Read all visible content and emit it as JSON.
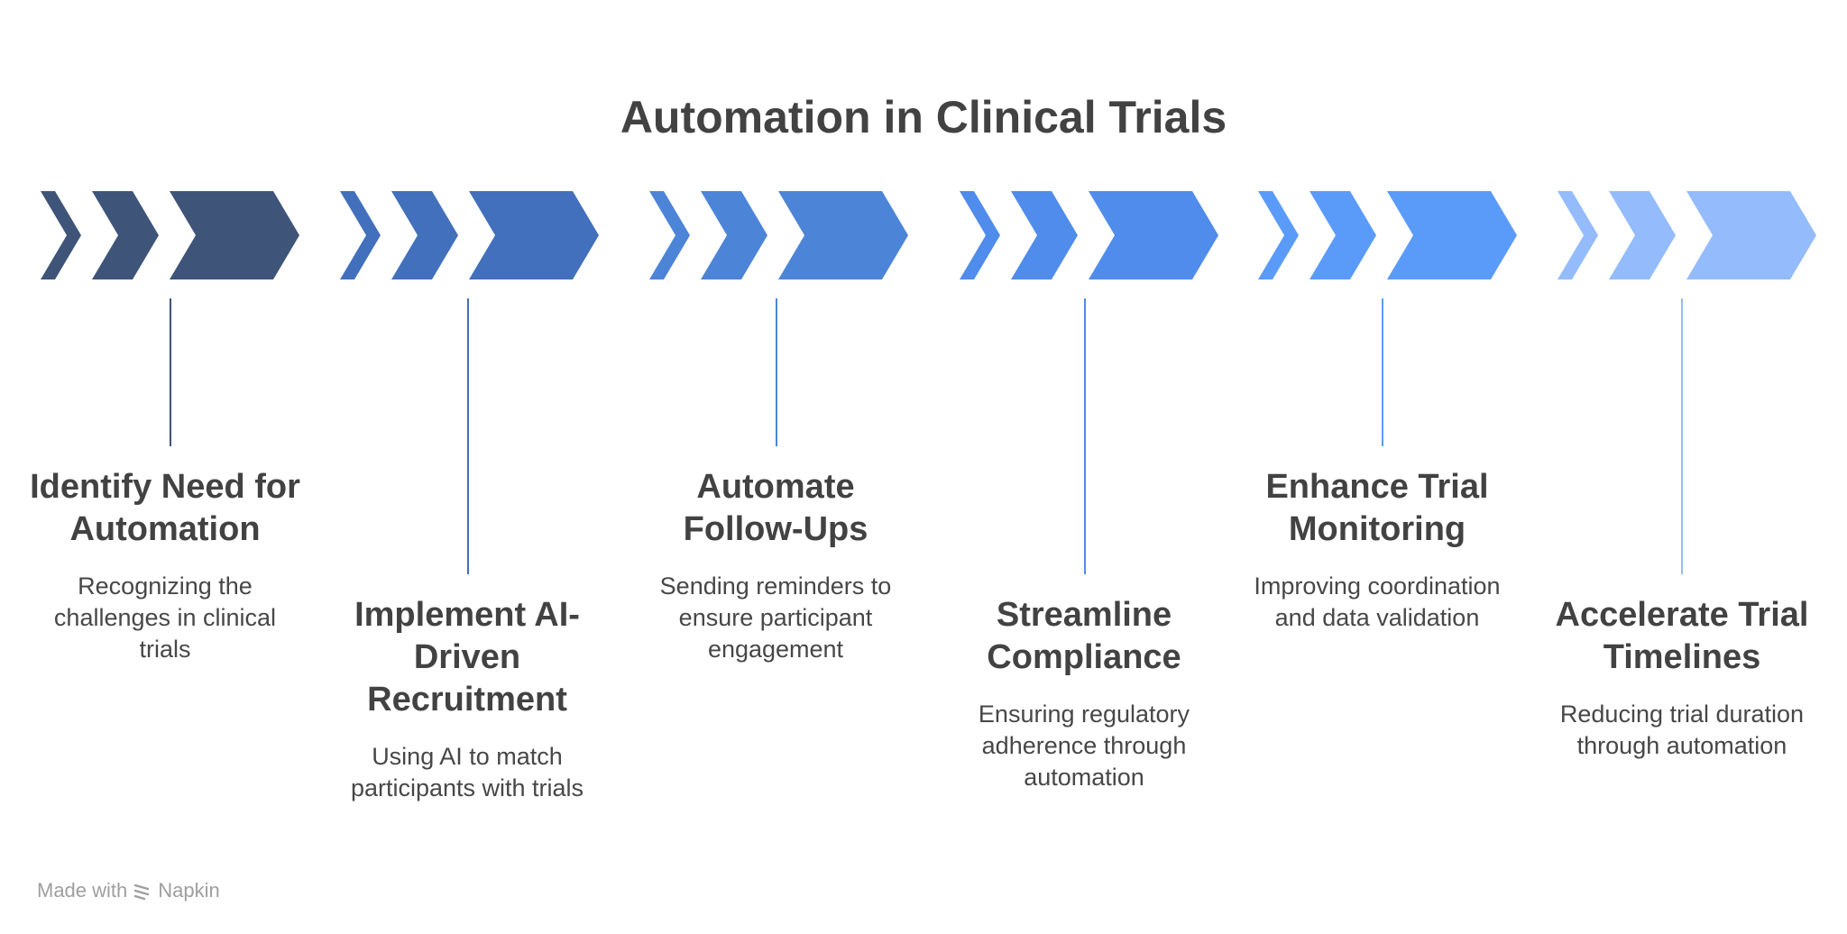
{
  "title": "Automation in Clinical Trials",
  "steps": [
    {
      "title": "Identify Need for Automation",
      "description": "Recognizing the challenges in clinical trials",
      "color": "#3E5479"
    },
    {
      "title": "Implement AI-Driven Recruitment",
      "description": "Using AI to match participants with trials",
      "color": "#4270BC"
    },
    {
      "title": "Automate Follow-Ups",
      "description": "Sending reminders to ensure participant engagement",
      "color": "#4C84D8"
    },
    {
      "title": "Streamline Compliance",
      "description": "Ensuring regulatory adherence through automation",
      "color": "#4F8CEB"
    },
    {
      "title": "Enhance Trial Monitoring",
      "description": "Improving coordination and data validation",
      "color": "#5A9BFA"
    },
    {
      "title": "Accelerate Trial Timelines",
      "description": "Reducing trial duration through automation",
      "color": "#94BCFC"
    }
  ],
  "footer": {
    "made_with": "Made with",
    "brand": "Napkin",
    "icon": "napkin-logo-icon"
  }
}
